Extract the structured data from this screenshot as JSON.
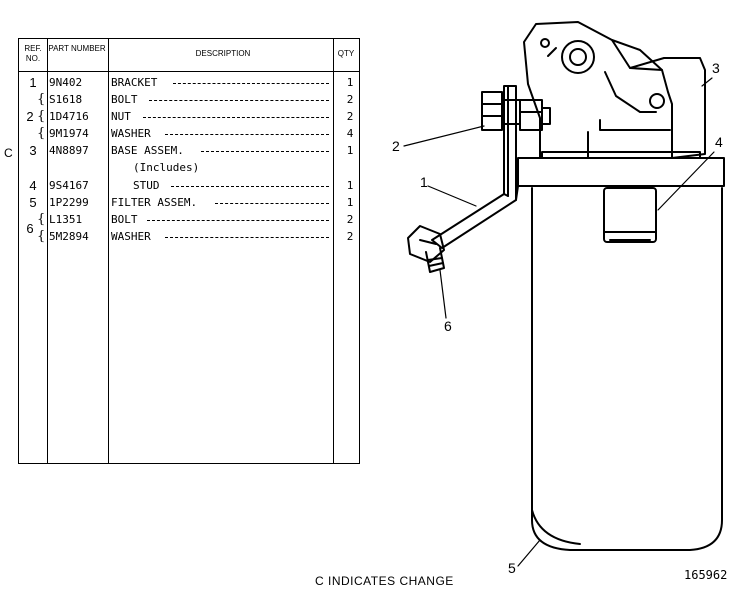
{
  "table": {
    "headers": {
      "ref": "REF. NO.",
      "part": "PART NUMBER",
      "description": "DESCRIPTION",
      "qty": "QTY"
    },
    "rows": [
      {
        "ref": "1",
        "part": "9N402",
        "description": "BRACKET",
        "qty": "1"
      },
      {
        "ref": "",
        "part": "S1618",
        "description": "BOLT",
        "qty": "2"
      },
      {
        "ref": "2",
        "part": "1D4716",
        "description": "NUT",
        "qty": "2"
      },
      {
        "ref": "",
        "part": "9M1974",
        "description": "WASHER",
        "qty": "4"
      },
      {
        "ref": "3",
        "part": "4N8897",
        "description": "BASE ASSEM.",
        "qty": "1"
      },
      {
        "ref": "",
        "part": "",
        "description": "(Includes)",
        "qty": ""
      },
      {
        "ref": "4",
        "part": "9S4167",
        "description": "STUD",
        "qty": "1"
      },
      {
        "ref": "5",
        "part": "1P2299",
        "description": "FILTER ASSEM.",
        "qty": "1"
      },
      {
        "ref": "",
        "part": "L1351",
        "description": "BOLT",
        "qty": "2"
      },
      {
        "ref": "6",
        "part": "5M2894",
        "description": "WASHER",
        "qty": "2"
      }
    ]
  },
  "change_marker": "C",
  "footer_note": "C INDICATES CHANGE",
  "illustration_number": "165962",
  "callouts": [
    "1",
    "2",
    "3",
    "4",
    "5",
    "6"
  ]
}
